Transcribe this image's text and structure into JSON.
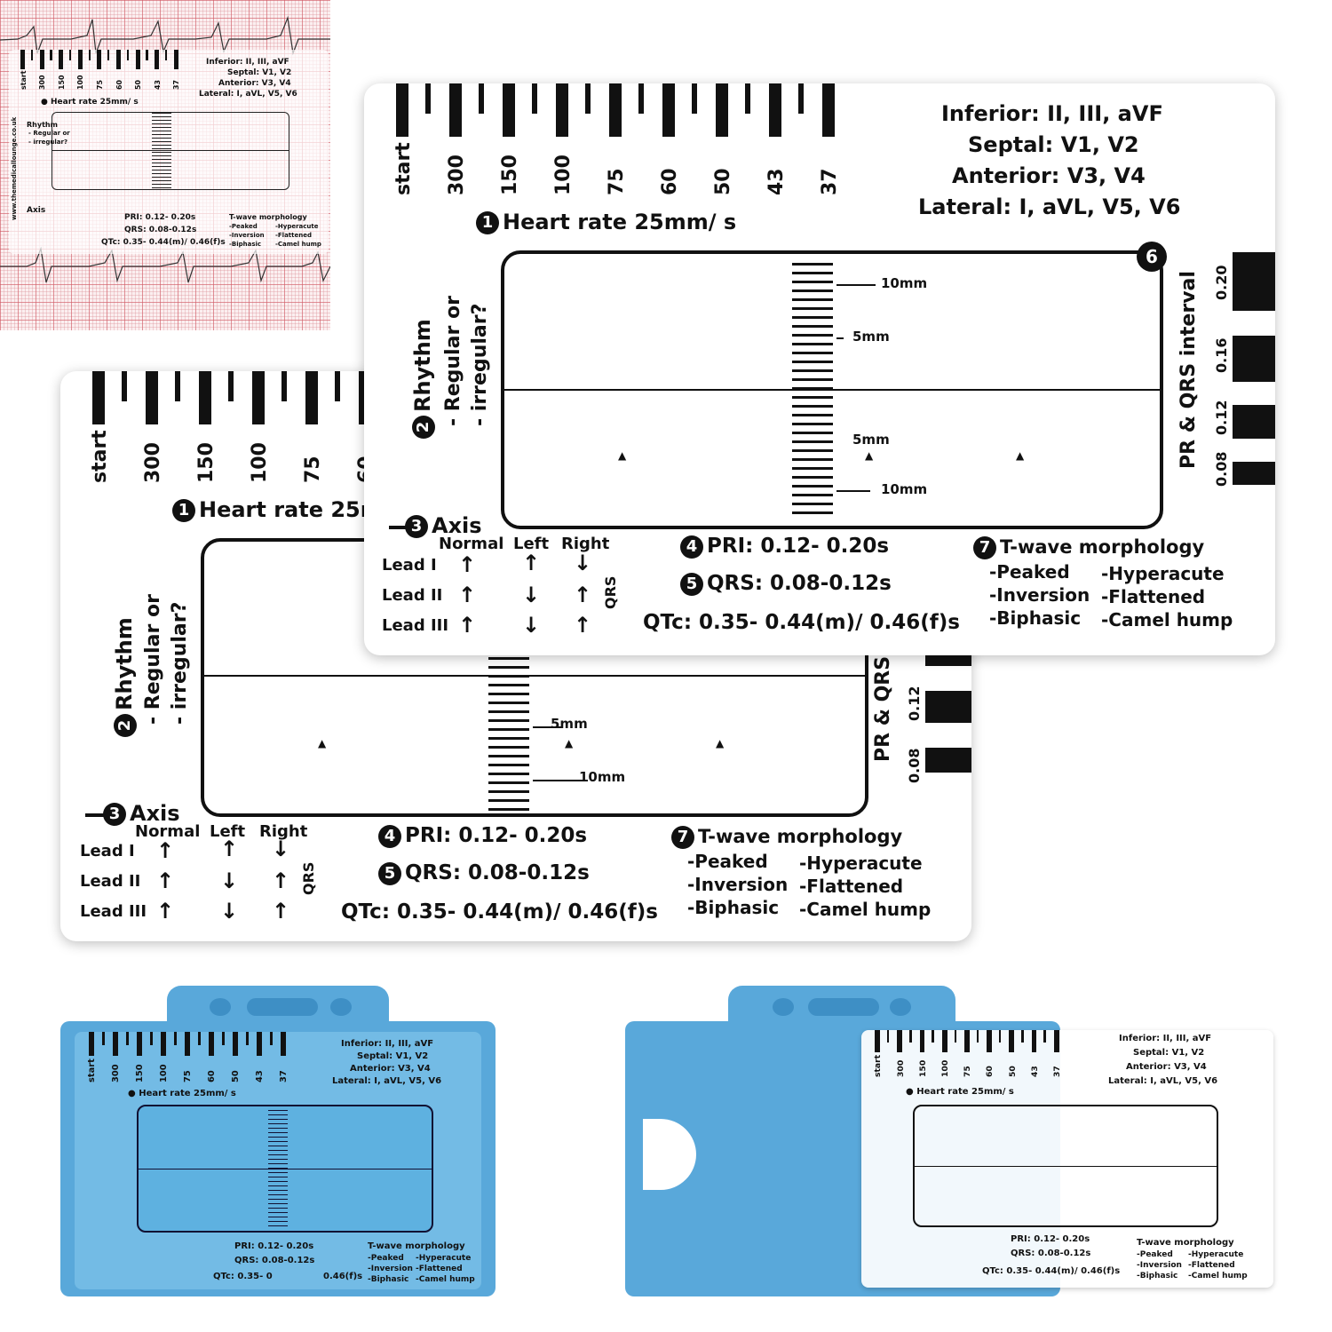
{
  "card": {
    "rate_label": "start",
    "rates": [
      "300",
      "150",
      "100",
      "75",
      "60",
      "50",
      "43",
      "37"
    ],
    "leads": [
      "Inferior: II, III, aVF",
      "Septal: V1, V2",
      "Anterior: V3, V4",
      "Lateral: I, aVL, V5, V6"
    ],
    "step1": {
      "num": "1",
      "label": "Heart rate 25mm/ s"
    },
    "step2": {
      "num": "2",
      "label": "Rhythm",
      "sub1": "- Regular or",
      "sub2": "- irregular?"
    },
    "step3": {
      "num": "3",
      "label": "Axis"
    },
    "axis_cols": [
      "Normal",
      "Left",
      "Right"
    ],
    "axis_rows": [
      {
        "lead": "Lead I",
        "normal": "↑",
        "left": "↑",
        "right": "↓"
      },
      {
        "lead": "Lead II",
        "normal": "↑",
        "left": "↓",
        "right": "↑"
      },
      {
        "lead": "Lead III",
        "normal": "↑",
        "left": "↓",
        "right": "↑"
      }
    ],
    "qrs_tag": "QRS",
    "step4": {
      "num": "4",
      "label": "PRI: 0.12- 0.20s"
    },
    "step5": {
      "num": "5",
      "label": "QRS: 0.08-0.12s"
    },
    "qtc": "QTc: 0.35- 0.44(m)/ 0.46(f)s",
    "step6": {
      "num": "6"
    },
    "step7": {
      "num": "7",
      "label": "T-wave morphology"
    },
    "twave": [
      "-Peaked",
      "-Hyperacute",
      "-Inversion",
      "-Flattened",
      "-Biphasic",
      "-Camel hump"
    ],
    "mm_10": "10mm",
    "mm_5": "5mm",
    "interval_title": "PR & QRS interval",
    "intervals": [
      "0.20",
      "0.16",
      "0.12",
      "0.08"
    ],
    "triangle": "▲"
  },
  "inset": {
    "website": "www.themedicallounge.co.uk",
    "leads": [
      "Inferior: II, III, aVF",
      "Septal: V1, V2",
      "Anterior: V3, V4",
      "Lateral: I, aVL, V5, V6"
    ],
    "heart_rate": "Heart rate 25mm/ s",
    "rhythm": "Rhythm",
    "regular": "- Regular or",
    "irregular": "- irregular?",
    "axis": "Axis",
    "pri": "PRI: 0.12- 0.20s",
    "qrs": "QRS: 0.08-0.12s",
    "qtc": "QTc: 0.35- 0.44(m)/ 0.46(f)s",
    "twave_title": "T-wave morphology",
    "twave": [
      "-Peaked",
      "-Hyperacute",
      "-Inversion",
      "-Flattened",
      "-Biphasic",
      "-Camel hump"
    ]
  },
  "holder_left": {
    "leads": [
      "Inferior: II, III, aVF",
      "Septal: V1, V2",
      "Anterior: V3, V4",
      "Lateral: I, aVL, V5, V6"
    ],
    "heart_rate": "Heart rate 25mm/ s",
    "pri": "PRI: 0.12- 0.20s",
    "qrs": "QRS: 0.08-0.12s",
    "qtc_a": "QTc: 0.35- 0",
    "qtc_b": "0.46(f)s",
    "twave_title": "T-wave morphology",
    "twave": [
      "-Peaked",
      "-Hyperacute",
      "-Inversion",
      "-Flattened",
      "-Biphasic",
      "-Camel hump"
    ]
  },
  "holder_right": {
    "leads": [
      "Inferior: II, III, aVF",
      "Septal: V1, V2",
      "Anterior: V3, V4",
      "Lateral: I, aVL, V5, V6"
    ],
    "heart_rate": "Heart rate 25mm/ s",
    "pri": "PRI: 0.12- 0.20s",
    "qrs": "QRS: 0.08-0.12s",
    "qtc": "QTc: 0.35- 0.44(m)/ 0.46(f)s",
    "twave_title": "T-wave morphology",
    "twave": [
      "-Peaked",
      "-Hyperacute",
      "-Inversion",
      "-Flattened",
      "-Biphasic",
      "-Camel hump"
    ]
  },
  "colors": {
    "holder": "#59a8da",
    "holder_dark": "#3e8fc5",
    "ink": "#111111",
    "ecg_grid": "#d25a64"
  }
}
